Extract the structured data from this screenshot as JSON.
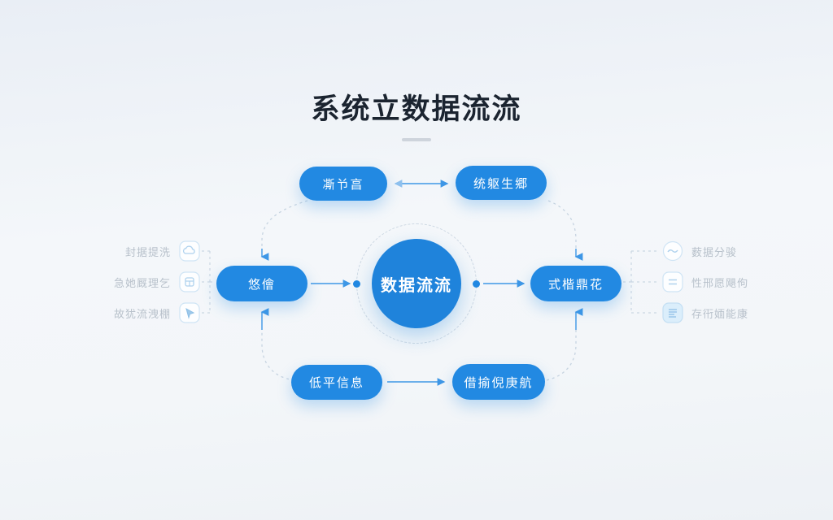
{
  "title": "系统立数据流流",
  "center": {
    "label": "数据流流"
  },
  "nodes": {
    "top_left": {
      "label": "凘兯亯"
    },
    "top_right": {
      "label": "统躯生郷"
    },
    "left": {
      "label": "悠儈"
    },
    "right": {
      "label": "式楷鼎花"
    },
    "bottom_left": {
      "label": "低平信息"
    },
    "bottom_right": {
      "label": "借揄倪庚航"
    }
  },
  "left_items": [
    {
      "label": "封据提洗",
      "icon": "cloud-icon"
    },
    {
      "label": "急她厩理乞",
      "icon": "package-icon"
    },
    {
      "label": "故犹流洩棚",
      "icon": "cursor-icon"
    }
  ],
  "right_items": [
    {
      "label": "薮据分骏",
      "icon": "signal-icon"
    },
    {
      "label": "性邢愿飓佝",
      "icon": "list-icon"
    },
    {
      "label": "存衎媔能康",
      "icon": "document-icon"
    }
  ],
  "theme": {
    "accent": "#2289E2",
    "center_blue": "#1F83DB",
    "title_color": "#1B2430",
    "muted_text": "#B8C1CB",
    "dash_color": "#C7D4E1",
    "arrow_color": "#3E97E6",
    "bg_top": "#E9EEF5",
    "bg_bottom": "#EDF1F5"
  }
}
